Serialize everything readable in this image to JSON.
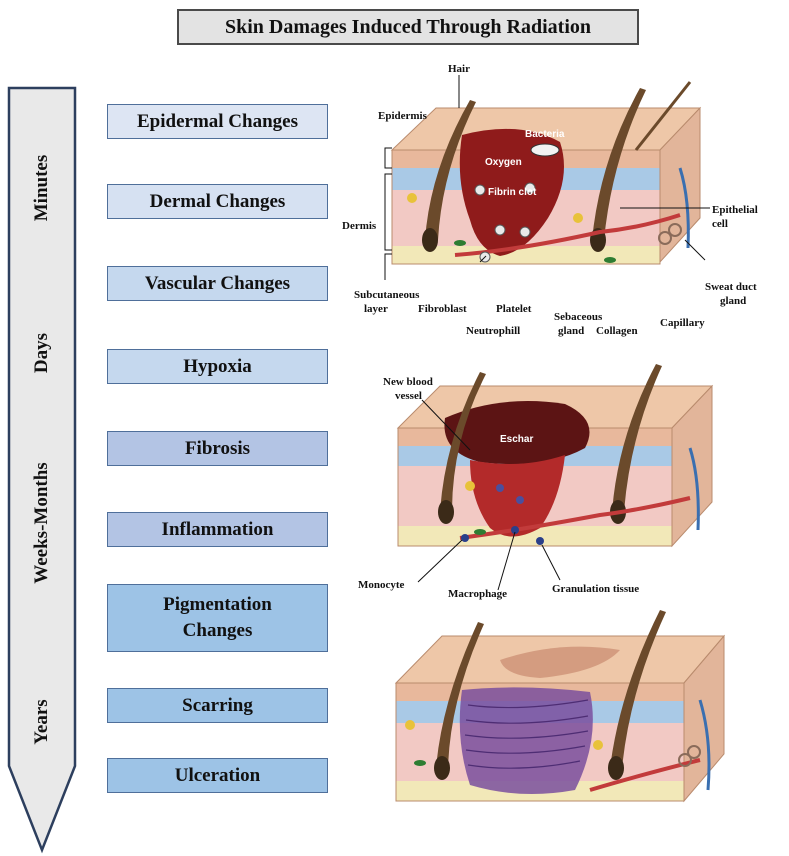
{
  "title": "Skin Damages Induced Through Radiation",
  "timeline": {
    "labels": [
      "Minutes",
      "Days",
      "Weeks-Months",
      "Years"
    ]
  },
  "stages": [
    {
      "label": "Epidermal Changes",
      "color": "#dde5f3"
    },
    {
      "label": "Dermal Changes",
      "color": "#d6e1f2"
    },
    {
      "label": "Vascular Changes",
      "color": "#c5d8ee"
    },
    {
      "label": "Hypoxia",
      "color": "#c5d8ee"
    },
    {
      "label": "Fibrosis",
      "color": "#b3c4e4"
    },
    {
      "label": "Inflammation",
      "color": "#b3c4e4"
    },
    {
      "label": "Pigmentation\nChanges",
      "color": "#9dc3e6"
    },
    {
      "label": "Scarring",
      "color": "#9dc3e6"
    },
    {
      "label": "Ulceration",
      "color": "#9dc3e6"
    }
  ],
  "panel1": {
    "labels": {
      "hair": "Hair",
      "epidermis": "Epidermis",
      "dermis": "Dermis",
      "subcutaneous_1": "Subcutaneous",
      "subcutaneous_2": "layer",
      "bacteria": "Bacteria",
      "oxygen": "Oxygen",
      "fibrin": "Fibrin clot",
      "epithelial_1": "Epithelial",
      "epithelial_2": "cell",
      "sweat_1": "Sweat duct",
      "sweat_2": "gland",
      "fibroblast": "Fibroblast",
      "platelet": "Platelet",
      "neutrophil": "Neutrophill",
      "sebaceous_1": "Sebaceous",
      "sebaceous_2": "gland",
      "collagen": "Collagen",
      "capillary": "Capillary"
    }
  },
  "panel2": {
    "labels": {
      "new_vessel_1": "New blood",
      "new_vessel_2": "vessel",
      "eschar": "Eschar",
      "monocyte": "Monocyte",
      "macrophage": "Macrophage",
      "granulation": "Granulation tissue"
    }
  },
  "colors": {
    "skin_top": "#eec7a8",
    "epidermis": "#e8b89c",
    "blue_layer": "#a9c9e6",
    "dermis": "#f2c9c4",
    "fat": "#f2e8b8",
    "wound": "#8f1b1b",
    "hair": "#6b4a2b",
    "vessel_red": "#c23b3b",
    "vessel_blue": "#3a6fb0",
    "scar": "#7a4f9e"
  }
}
